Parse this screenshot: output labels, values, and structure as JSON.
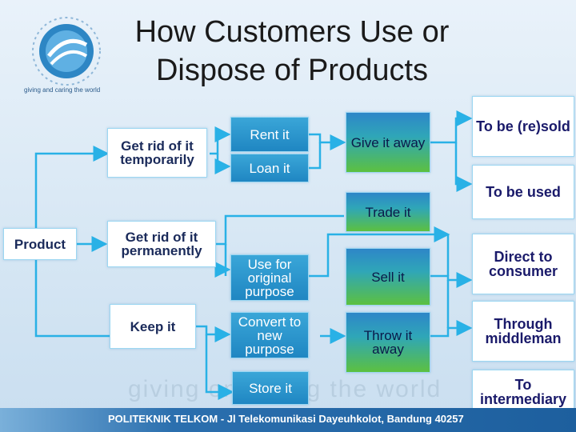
{
  "slide": {
    "title_line1": "How Customers Use or",
    "title_line2": "Dispose of Products",
    "logo_tagline": "giving and caring the world",
    "watermark": "giving on caring the world",
    "footer": "POLITEKNIK TELKOM - Jl Telekomunikasi Dayeuhkolot, Bandung 40257"
  },
  "diagram": {
    "root": "Product",
    "level1": [
      "Get rid of it temporarily",
      "Get rid of it permanently",
      "Keep it"
    ],
    "level2": [
      "Rent it",
      "Loan it",
      "Use for original purpose",
      "Convert to new purpose",
      "Store it"
    ],
    "level3": [
      "Give it away",
      "Trade it",
      "Sell it",
      "Throw it away"
    ],
    "level4": [
      "To be (re)sold",
      "To be used",
      "Direct to consumer",
      "Through middleman",
      "To intermediary"
    ]
  },
  "colors": {
    "arrow": "#29b1e6",
    "box_border": "#9cd7f2",
    "footer": "#1d5f9e"
  }
}
